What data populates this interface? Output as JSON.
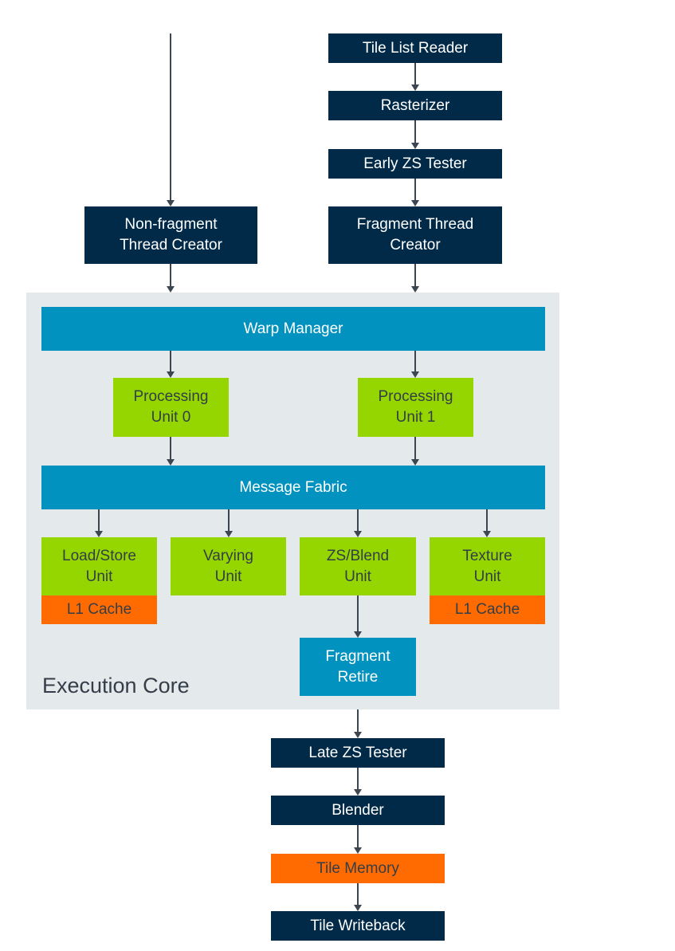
{
  "nodes": {
    "tile_list_reader": "Tile List Reader",
    "rasterizer": "Rasterizer",
    "early_zs_tester": "Early ZS Tester",
    "non_fragment_thread_creator": [
      "Non-fragment",
      "Thread Creator"
    ],
    "fragment_thread_creator": [
      "Fragment Thread",
      "Creator"
    ],
    "warp_manager": "Warp Manager",
    "processing_unit_0": [
      "Processing",
      "Unit 0"
    ],
    "processing_unit_1": [
      "Processing",
      "Unit 1"
    ],
    "message_fabric": "Message Fabric",
    "load_store_unit": [
      "Load/Store",
      "Unit"
    ],
    "varying_unit": [
      "Varying",
      "Unit"
    ],
    "zs_blend_unit": [
      "ZS/Blend",
      "Unit"
    ],
    "texture_unit": [
      "Texture",
      "Unit"
    ],
    "l1_cache_left": "L1 Cache",
    "l1_cache_right": "L1 Cache",
    "fragment_retire": [
      "Fragment",
      "Retire"
    ],
    "late_zs_tester": "Late ZS Tester",
    "blender": "Blender",
    "tile_memory": "Tile Memory",
    "tile_writeback": "Tile Writeback"
  },
  "execution_core_label": "Execution Core",
  "colors": {
    "dark_stage": "#002a48",
    "manager_fabric": "#0192bf",
    "processing": "#95d600",
    "memory": "#ff6b00",
    "core_background": "#e4e9eb"
  }
}
